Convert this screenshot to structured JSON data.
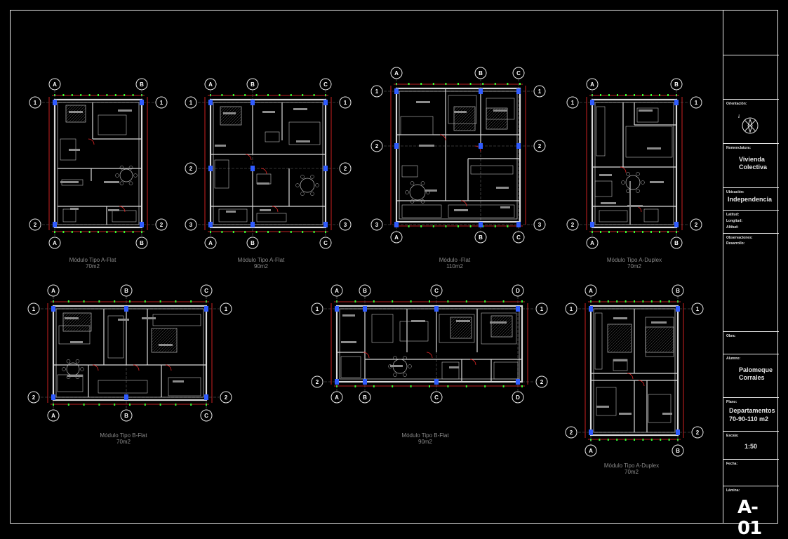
{
  "sheet": {
    "number": "A-01"
  },
  "titleblock": {
    "label_1": "Orientación:",
    "label_2": "Nomenclatura:",
    "val_2_line1": "Vivienda",
    "val_2_line2": "Colectiva",
    "label_3": "Ubicación:",
    "val_3": "Independencia",
    "label_4a": "Latitud:",
    "label_4b": "Longitud:",
    "label_4c": "Altitud:",
    "label_5a": "Observaciones:",
    "label_5b": "Desarrollo:",
    "label_6": "Obra:",
    "label_7": "Alumno:",
    "val_7_line1": "Palomeque",
    "val_7_line2": "Corrales",
    "label_8": "Plano:",
    "val_8_line1": "Departamentos",
    "val_8_line2": "70-90-110 m2",
    "label_9": "Escala:",
    "val_9": "1:50",
    "label_10": "Fecha:",
    "label_11": "Lámina:",
    "compass_letter": "N"
  },
  "plans": [
    {
      "caption_1": "Módulo Tipo A-Flat",
      "caption_2": "70m2"
    },
    {
      "caption_1": "Módulo Tipo A-Flat",
      "caption_2": "90m2"
    },
    {
      "caption_1": "Módulo -Flat",
      "caption_2": "110m2"
    },
    {
      "caption_1": "Módulo Tipo A-Duplex",
      "caption_2": "70m2"
    },
    {
      "caption_1": "Módulo Tipo B-Flat",
      "caption_2": "70m2"
    },
    {
      "caption_1": "Módulo Tipo B-Flat",
      "caption_2": "90m2"
    },
    {
      "caption_1": "Módulo Tipo A-Duplex",
      "caption_2": "70m2"
    }
  ],
  "grids": {
    "p1": {
      "cols": [
        "A",
        "B"
      ],
      "rows": [
        "1",
        "2"
      ]
    },
    "p2": {
      "cols": [
        "A",
        "B",
        "C"
      ],
      "rows": [
        "1",
        "2",
        "3"
      ]
    },
    "p3": {
      "cols": [
        "A",
        "B",
        "C"
      ],
      "rows": [
        "1",
        "2",
        "3"
      ]
    },
    "p4": {
      "cols": [
        "A",
        "B"
      ],
      "rows": [
        "1",
        "2"
      ]
    },
    "p5": {
      "cols": [
        "A",
        "B",
        "C"
      ],
      "rows": [
        "1",
        "2"
      ]
    },
    "p6": {
      "cols": [
        "A",
        "B",
        "C",
        "D"
      ],
      "rows": [
        "1",
        "2"
      ]
    },
    "p7": {
      "cols": [
        "A",
        "B"
      ],
      "rows": [
        "1",
        "2"
      ]
    }
  },
  "colors": {
    "wall": "#d9d9d9",
    "dim": "#ff2a2a",
    "column": "#2f5bff",
    "accent": "#33ff33",
    "furniture": "#bdbdbd"
  }
}
